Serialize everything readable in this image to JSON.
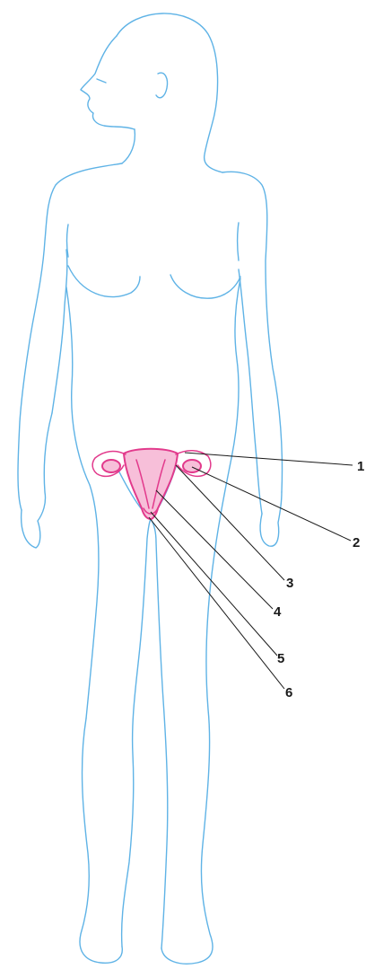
{
  "colors": {
    "body_outline": "#5fb3e6",
    "organ_stroke": "#e23a8c",
    "organ_fill": "#f7bfd9",
    "leader": "#1a1a1a",
    "label": "#1a1a1a"
  },
  "labels": [
    "1",
    "2",
    "3",
    "4",
    "5",
    "6"
  ]
}
